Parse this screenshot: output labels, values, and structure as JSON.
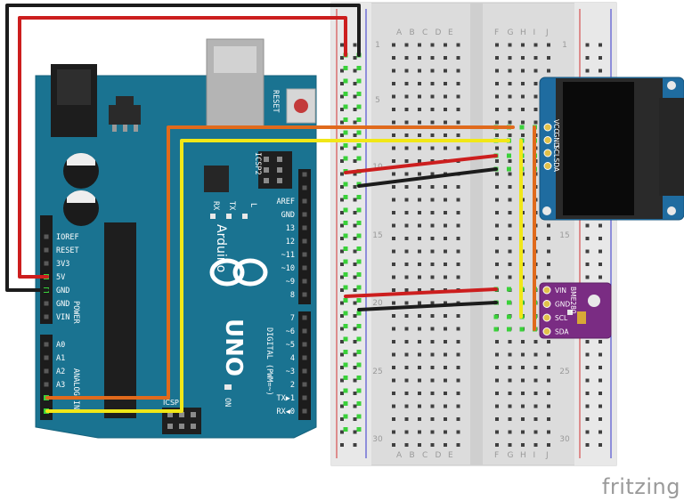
{
  "watermark": "fritzing",
  "arduino": {
    "reset_label": "RESET",
    "icsp2_label": "ICSP2",
    "icsp_label": "ICSP",
    "rx_label": "RX",
    "tx_label": "TX",
    "l_label": "L",
    "on_label": "ON",
    "power_label": "POWER",
    "analog_label": "ANALOG IN",
    "digital_label": "DIGITAL (PWM=~)",
    "brand": "Arduino",
    "uno": "UNO",
    "power_pins": [
      "IOREF",
      "RESET",
      "3V3",
      "5V",
      "GND",
      "GND",
      "VIN"
    ],
    "analog_pins": [
      "A0",
      "A1",
      "A2",
      "A3"
    ],
    "digital_top": [
      "AREF",
      "GND",
      "13",
      "12",
      "~11",
      "~10",
      "~9",
      "8"
    ],
    "digital_bottom": [
      "7",
      "~6",
      "~5",
      "4",
      "~3",
      "2",
      "TX▶1",
      "RX◀0"
    ]
  },
  "breadboard": {
    "cols_left": [
      "A",
      "B",
      "C",
      "D",
      "E"
    ],
    "cols_right": [
      "F",
      "G",
      "H",
      "I",
      "J"
    ],
    "row_numbers": [
      "1",
      "5",
      "10",
      "15",
      "20",
      "25",
      "30"
    ]
  },
  "oled": {
    "pins": [
      "VCC",
      "GND",
      "SCL",
      "SDA"
    ]
  },
  "bme": {
    "name": "BME280",
    "pins": [
      "VIN",
      "GND",
      "SCL",
      "SDA"
    ]
  }
}
